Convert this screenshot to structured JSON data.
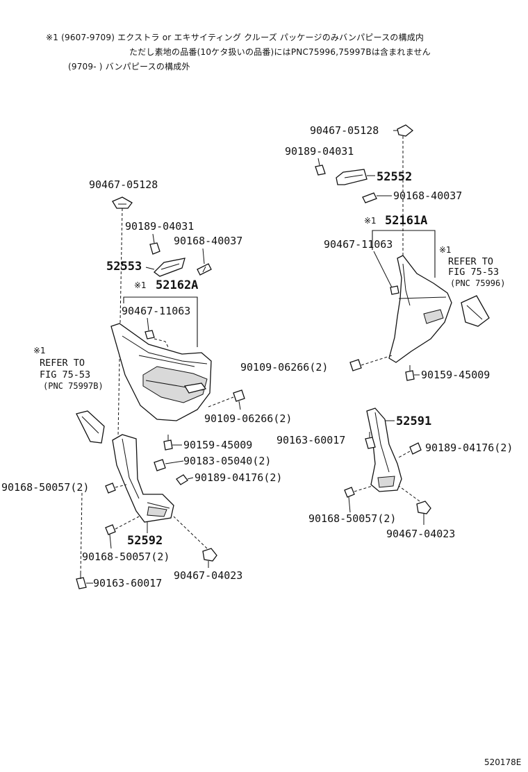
{
  "notes": {
    "line1": "※1 (9607-9709) エクストラ or エキサイティング クルーズ パッケージのみバンパピースの構成内",
    "line2": "ただし素地の品番(10ケタ扱いの品番)にはPNC75996,75997Bは含まれません",
    "line3": "(9709-      ) バンパピースの構成外"
  },
  "left_assembly": {
    "p_90467_05128": "90467-05128",
    "p_90189_04031": "90189-04031",
    "p_90168_40037": "90168-40037",
    "p_52553": "52553",
    "mark_52162A": "※1",
    "p_52162A": "52162A",
    "p_90467_11063": "90467-11063",
    "ref_mark": "※1",
    "ref_line1": "REFER TO",
    "ref_line2": "FIG 75-53",
    "ref_line3": "(PNC 75997B)",
    "p_90109_06266": "90109-06266(2)",
    "p_90159_45009": "90159-45009",
    "p_90183_05040": "90183-05040(2)",
    "p_90168_50057_a": "90168-50057(2)",
    "p_90189_04176": "90189-04176(2)",
    "p_52592": "52592",
    "p_90168_50057_b": "90168-50057(2)",
    "p_90467_04023": "90467-04023",
    "p_90163_60017": "90163-60017"
  },
  "right_assembly": {
    "p_90467_05128": "90467-05128",
    "p_90189_04031": "90189-04031",
    "p_52552": "52552",
    "p_90168_40037": "90168-40037",
    "mark_52161A": "※1",
    "p_52161A": "52161A",
    "p_90467_11063": "90467-11063",
    "ref_mark": "※1",
    "ref_line1": "REFER TO",
    "ref_line2": "FIG 75-53",
    "ref_line3": "(PNC 75996)",
    "p_90109_06266": "90109-06266(2)",
    "p_90159_45009": "90159-45009",
    "p_52591": "52591",
    "p_90163_60017": "90163-60017",
    "p_90189_04176": "90189-04176(2)",
    "p_90168_50057": "90168-50057(2)",
    "p_90467_04023": "90467-04023"
  },
  "diagram_code": "520178E"
}
